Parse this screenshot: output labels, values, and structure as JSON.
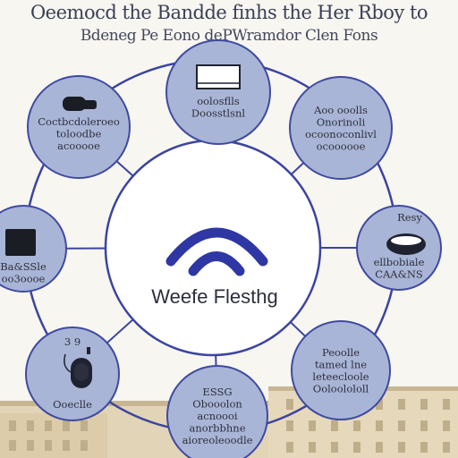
{
  "title": {
    "line1": "Oeemocd the Bandde finhs the Her Rboy to",
    "line2": "Bdeneg Pe Eono dePWramdor Clen Fons"
  },
  "colors": {
    "ring": "#3c44a0",
    "node_fill": "#a9b5d6",
    "node_stroke": "#3f4aa1",
    "center_fill": "#ffffff",
    "wifi": "#2e37a4",
    "text": "#2d2f3d",
    "background": "#f7f6f1",
    "building": "#e2d4b6",
    "building_dark": "#c7b692"
  },
  "center": {
    "label": "Weefe Flesthg",
    "icon": "wifi-icon"
  },
  "nodes": [
    {
      "id": "top",
      "icon": "monitor-icon",
      "lines": [
        "oolosflls",
        "Doosstlsnl"
      ]
    },
    {
      "id": "top-right",
      "icon": "",
      "lines": [
        "Aoo ooolls",
        "Onorinoli",
        "ocoonoconlivl",
        "ocoooooe"
      ]
    },
    {
      "id": "right",
      "icon": "speaker-icon",
      "lines": [
        "Resy",
        "ellbobiale",
        "CAA&NS"
      ]
    },
    {
      "id": "bottom-right",
      "icon": "",
      "lines": [
        "Peoolle",
        "tamed lne",
        "leteecloole",
        "Ooloolololl"
      ]
    },
    {
      "id": "bottom",
      "icon": "",
      "lines": [
        "ESSG",
        "Obooolon",
        "acnoooi",
        "anorbbhne",
        "aioreoleoodle"
      ]
    },
    {
      "id": "bottom-left",
      "icon": "mouse-icon",
      "lines": [
        "3 9",
        "Ooeclle"
      ]
    },
    {
      "id": "left",
      "icon": "square-icon",
      "lines": [
        "Ba&SSle",
        "oo3oooe"
      ]
    },
    {
      "id": "top-left",
      "icon": "router-icon",
      "lines": [
        "Coctbcdoleroeo",
        "toloodbe",
        "acooooe"
      ]
    }
  ]
}
